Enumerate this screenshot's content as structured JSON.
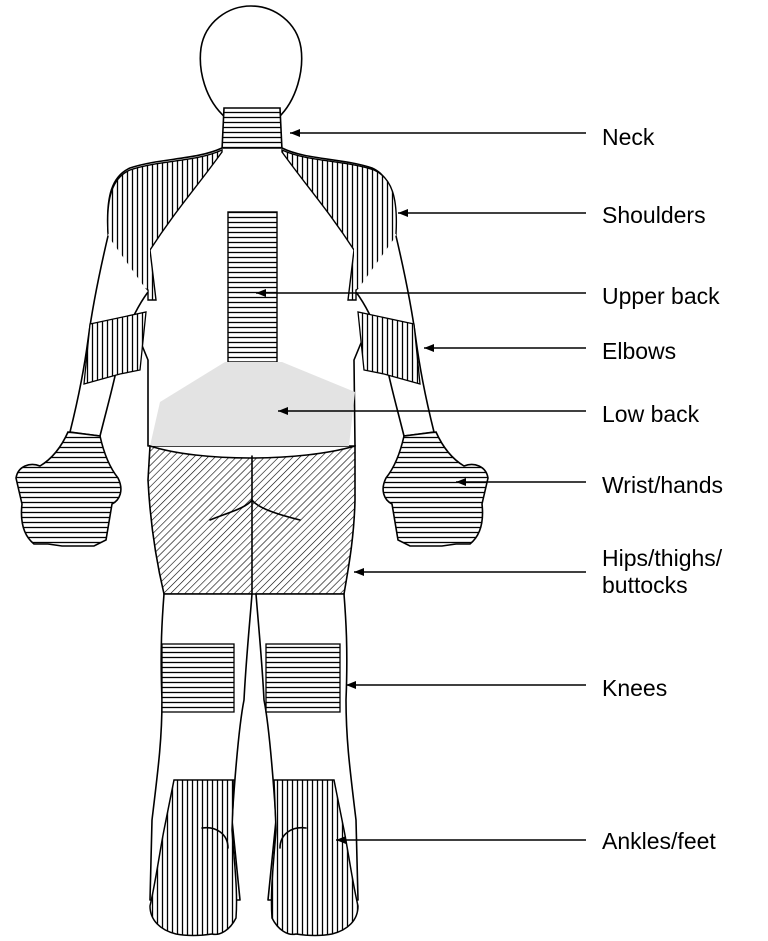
{
  "regions": [
    {
      "id": "neck",
      "label": "Neck",
      "pattern": "horizontal-lines"
    },
    {
      "id": "shoulders",
      "label": "Shoulders",
      "pattern": "vertical-lines"
    },
    {
      "id": "upper-back",
      "label": "Upper back",
      "pattern": "horizontal-lines"
    },
    {
      "id": "elbows",
      "label": "Elbows",
      "pattern": "vertical-lines"
    },
    {
      "id": "low-back",
      "label": "Low back",
      "pattern": "solid-gray"
    },
    {
      "id": "wrist-hands",
      "label": "Wrist/hands",
      "pattern": "horizontal-lines"
    },
    {
      "id": "hips-thighs-buttocks",
      "label": "Hips/thighs/\nbuttocks",
      "pattern": "diagonal-lines"
    },
    {
      "id": "knees",
      "label": "Knees",
      "pattern": "horizontal-lines"
    },
    {
      "id": "ankles-feet",
      "label": "Ankles/feet",
      "pattern": "vertical-lines"
    }
  ],
  "colors": {
    "line": "#000000",
    "background": "#ffffff",
    "low_back_fill": "#e3e3e3"
  }
}
